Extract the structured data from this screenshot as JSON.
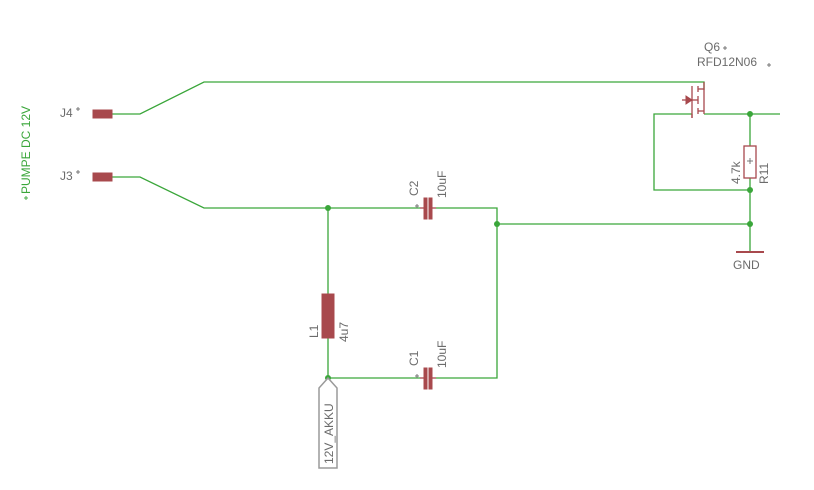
{
  "net_label": "PUMPE DC 12V",
  "connectors": {
    "j4": "J4",
    "j3": "J3"
  },
  "transistor": {
    "name": "Q6",
    "value": "RFD12N06"
  },
  "resistor": {
    "name": "R11",
    "value": "4.7k"
  },
  "ground": "GND",
  "capacitor_c2": {
    "name": "C2",
    "value": "10uF"
  },
  "capacitor_c1": {
    "name": "C1",
    "value": "10uF"
  },
  "inductor": {
    "name": "L1",
    "value": "4u7"
  },
  "power_port": "12V_AKKU",
  "colors": {
    "wire": "#3aa63a",
    "component": "#a8494d",
    "text": "#6b6b6b"
  }
}
